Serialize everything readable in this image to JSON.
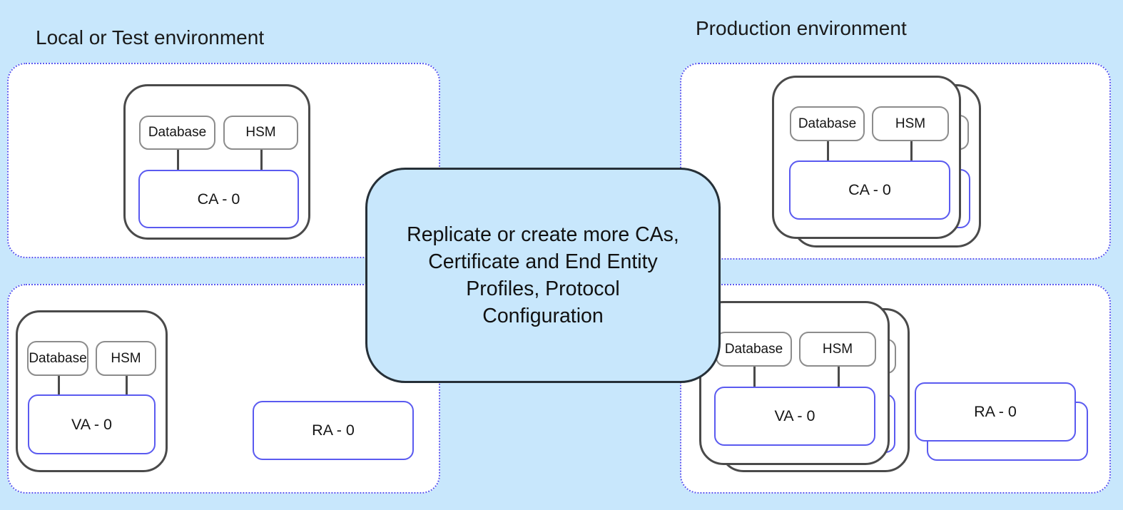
{
  "colors": {
    "background": "#c8e7fc",
    "panel_fill": "#ffffff",
    "panel_dotted_border": "#5b5bf0",
    "cluster_border": "#4a4a4a",
    "inner_box_border": "#8c8c8c",
    "node_blue_border": "#5a5af0",
    "callout_fill": "#c8e7fc",
    "callout_border": "#263038",
    "text": "#1a1a1a"
  },
  "environments": {
    "local": {
      "title": "Local or Test environment",
      "ca_cluster": {
        "database": "Database",
        "hsm": "HSM",
        "node": "CA - 0"
      },
      "va_cluster": {
        "database": "Database",
        "hsm": "HSM",
        "node": "VA - 0"
      },
      "ra_node": "RA - 0"
    },
    "production": {
      "title": "Production environment",
      "ca_cluster": {
        "database": "Database",
        "hsm": "HSM",
        "node": "CA - 0"
      },
      "va_cluster": {
        "database": "Database",
        "hsm": "HSM",
        "node": "VA - 0"
      },
      "ra_node": "RA - 0"
    }
  },
  "callout": {
    "lines": [
      "Replicate or create more CAs,",
      "Certificate and End Entity",
      "Profiles, Protocol",
      "Configuration"
    ]
  }
}
